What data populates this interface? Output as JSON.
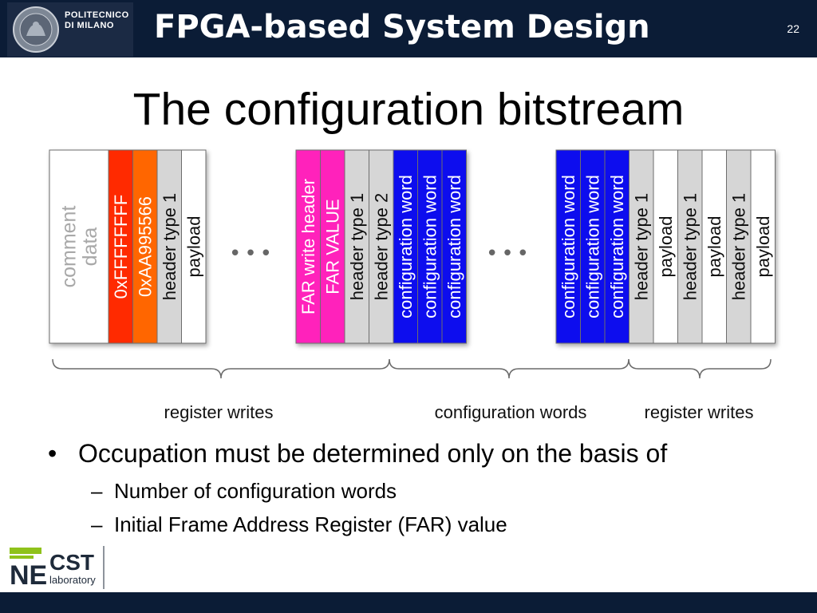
{
  "header": {
    "university_line1": "POLITECNICO",
    "university_line2": "DI MILANO",
    "course_title": "FPGA-based System Design",
    "page_number": "22"
  },
  "slide": {
    "title": "The configuration bitstream"
  },
  "diagram": {
    "groups": [
      {
        "cells": [
          {
            "label": "comment\ndata",
            "color": "#ffffff",
            "text_color": "#a8a8a8"
          },
          {
            "label": "0xFFFFFFFF",
            "color": "#ff2a00",
            "text_color": "#ffffff"
          },
          {
            "label": "0xAA995566",
            "color": "#ff6600",
            "text_color": "#ffffff"
          },
          {
            "label": "header type 1",
            "color": "#d6d6d6",
            "text_color": "#111111"
          },
          {
            "label": "payload",
            "color": "#ffffff",
            "text_color": "#111111"
          }
        ]
      },
      {
        "cells": [
          {
            "label": "FAR write header",
            "color": "#ff22bb",
            "text_color": "#ffffff"
          },
          {
            "label": "FAR VALUE",
            "color": "#ff22bb",
            "text_color": "#ffffff"
          },
          {
            "label": "header type 1",
            "color": "#d6d6d6",
            "text_color": "#111111"
          },
          {
            "label": "header type 2",
            "color": "#d6d6d6",
            "text_color": "#111111"
          },
          {
            "label": "configuration word",
            "color": "#1010ee",
            "text_color": "#ffffff"
          },
          {
            "label": "configuration word",
            "color": "#1010ee",
            "text_color": "#ffffff"
          },
          {
            "label": "configuration word",
            "color": "#1010ee",
            "text_color": "#ffffff"
          }
        ]
      },
      {
        "cells": [
          {
            "label": "configuration word",
            "color": "#1010ee",
            "text_color": "#ffffff"
          },
          {
            "label": "configuration word",
            "color": "#1010ee",
            "text_color": "#ffffff"
          },
          {
            "label": "configuration word",
            "color": "#1010ee",
            "text_color": "#ffffff"
          },
          {
            "label": "header type 1",
            "color": "#d6d6d6",
            "text_color": "#111111"
          },
          {
            "label": "payload",
            "color": "#ffffff",
            "text_color": "#111111"
          },
          {
            "label": "header type 1",
            "color": "#d6d6d6",
            "text_color": "#111111"
          },
          {
            "label": "payload",
            "color": "#ffffff",
            "text_color": "#111111"
          },
          {
            "label": "header type 1",
            "color": "#d6d6d6",
            "text_color": "#111111"
          },
          {
            "label": "payload",
            "color": "#ffffff",
            "text_color": "#111111"
          }
        ]
      }
    ],
    "ellipsis": "•••",
    "brace_labels": [
      "register writes",
      "configuration words",
      "register writes"
    ]
  },
  "bullets": {
    "main": {
      "marker": "•",
      "text": "Occupation must be determined only on the basis of"
    },
    "sub": [
      {
        "marker": "–",
        "text": "Number of configuration words"
      },
      {
        "marker": "–",
        "text": "Initial Frame Address Register (FAR) value"
      }
    ]
  },
  "lab_logo": {
    "ne": "NE",
    "cst": "CST",
    "laboratory": "laboratory"
  }
}
